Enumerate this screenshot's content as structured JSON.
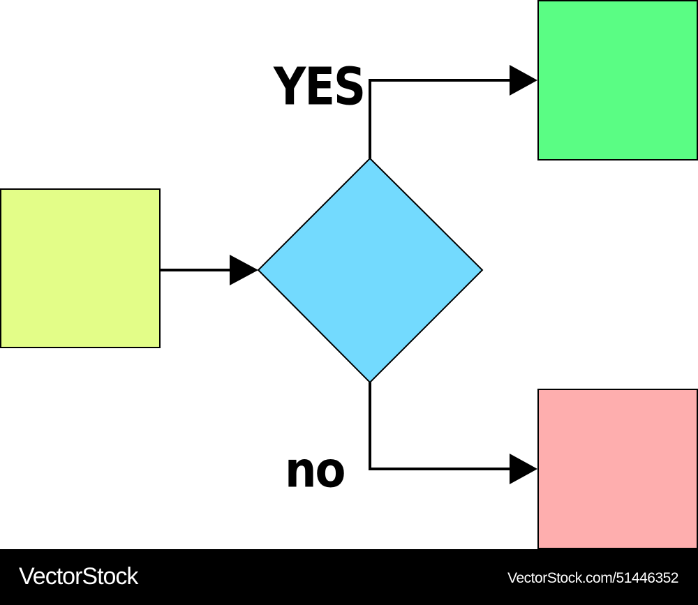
{
  "diagram": {
    "type": "flowchart-decision",
    "colors": {
      "start_box": "#e3fd88",
      "decision_diamond": "#73dafe",
      "yes_box": "#5afd84",
      "no_box": "#feaeae",
      "stroke": "#000000"
    },
    "labels": {
      "yes": "YES",
      "no": "no"
    }
  },
  "footer": {
    "brand": "VectorStock",
    "reference": "VectorStock.com/51446352"
  }
}
